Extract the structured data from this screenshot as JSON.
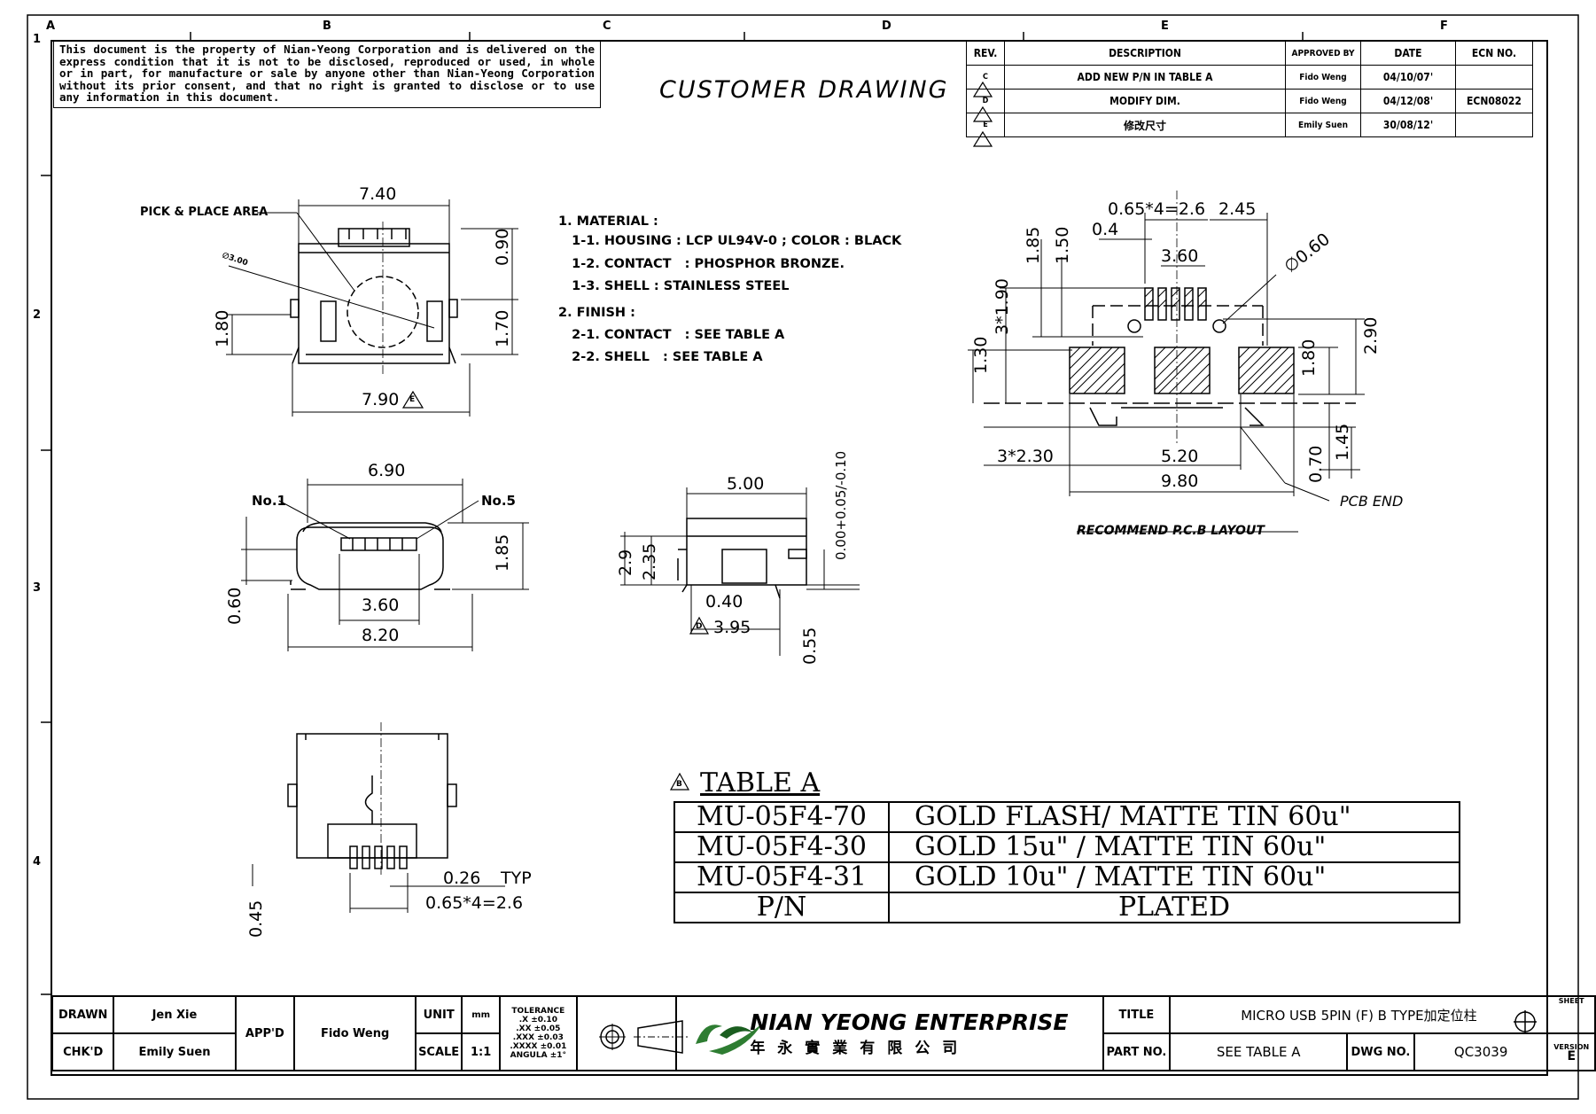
{
  "grid": {
    "letters": [
      "A",
      "B",
      "C",
      "D",
      "E",
      "F"
    ],
    "numbers": [
      "1",
      "2",
      "3",
      "4"
    ]
  },
  "notice": "This document is the property of Nian-Yeong Corporation and is delivered on the express condition that it is not to be disclosed, reproduced or used, in whole or in part, for manufacture or sale by anyone other than Nian-Yeong Corporation without its prior consent, and that no right is granted to disclose or to use any information in this document.",
  "drawing_title": "CUSTOMER DRAWING",
  "revision_table": {
    "headers": [
      "REV.",
      "DESCRIPTION",
      "APPROVED BY",
      "DATE",
      "ECN NO."
    ],
    "rows": [
      {
        "rev": "C",
        "description": "ADD NEW P/N IN TABLE A",
        "approved": "Fido Weng",
        "date": "04/10/07'",
        "ecn": ""
      },
      {
        "rev": "D",
        "description": "MODIFY DIM.",
        "approved": "Fido Weng",
        "date": "04/12/08'",
        "ecn": "ECN08022"
      },
      {
        "rev": "E",
        "description": "修改尺寸",
        "approved": "Emily Suen",
        "date": "30/08/12'",
        "ecn": ""
      }
    ]
  },
  "notes": [
    "1. MATERIAL :",
    "   1-1. HOUSING : LCP UL94V-0 ; COLOR : BLACK",
    "   1-2. CONTACT   : PHOSPHOR BRONZE.",
    "   1-3. SHELL : STAINLESS STEEL",
    "2. FINISH :",
    "   2-1. CONTACT   : SEE TABLE A",
    "   2-2. SHELL   : SEE TABLE A"
  ],
  "top_view": {
    "pick_place_label": "PICK & PLACE AREA",
    "dia_label": "∅3.00",
    "dim_width_top": "7.40",
    "dim_width_bottom": "7.90",
    "rev_mark": "E",
    "dim_090": "0.90",
    "dim_170": "1.70",
    "dim_180": "1.80"
  },
  "front_view": {
    "dim_690": "6.90",
    "no1": "No.1",
    "no5": "No.5",
    "dim_185": "1.85",
    "dim_060": "0.60",
    "dim_360": "3.60",
    "dim_820": "8.20"
  },
  "side_view": {
    "dim_500": "5.00",
    "dim_29": "2.9",
    "dim_235": "2.35",
    "dim_tol": "0.00+0.05/-0.10",
    "dim_040": "0.40",
    "dim_395": "3.95",
    "rev_mark": "D",
    "dim_055": "0.55"
  },
  "bottom_view": {
    "dim_026": "0.26",
    "typ": "TYP",
    "dim_pitch": "0.65*4=2.6",
    "dim_045": "0.45"
  },
  "pcb_layout": {
    "caption": "RECOMMEND P.C.B LAYOUT",
    "dim_pitch": "0.65*4=2.6",
    "dim_245": "2.45",
    "dim_04": "0.4",
    "dim_360": "3.60",
    "dim_dia": "∅0.60",
    "dim_185": "1.85",
    "dim_150": "1.50",
    "dim_3x190": "3*1.90",
    "dim_130": "1.30",
    "dim_180": "1.80",
    "dim_290": "2.90",
    "dim_3x230": "3*2.30",
    "dim_520": "5.20",
    "dim_980": "9.80",
    "dim_070": "0.70",
    "dim_145": "1.45",
    "pcb_end": "PCB END"
  },
  "table_a": {
    "title": "TABLE A",
    "rev_mark": "B",
    "rows": [
      {
        "pn": "MU-05F4-70",
        "plating": "GOLD FLASH/ MATTE TIN 60u\""
      },
      {
        "pn": "MU-05F4-30",
        "plating": "GOLD 15u\" / MATTE TIN 60u\""
      },
      {
        "pn": "MU-05F4-31",
        "plating": "GOLD 10u\" / MATTE TIN 60u\""
      }
    ],
    "footer": {
      "pn": "P/N",
      "plating": "PLATED"
    }
  },
  "title_block": {
    "drawn_label": "DRAWN",
    "drawn": "Jen Xie",
    "checked_label": "CHK'D",
    "checked": "Emily Suen",
    "approved_label": "APP'D",
    "approved": "Fido Weng",
    "unit_label": "UNIT",
    "unit": "mm",
    "scale_label": "SCALE",
    "scale": "1:1",
    "tolerance_title": "TOLERANCE",
    "tolerances": [
      ".X ±0.10",
      ".XX ±0.05",
      ".XXX ±0.03",
      ".XXXX ±0.01",
      "ANGULA ±1°"
    ],
    "company": "NIAN YEONG ENTERPRISE",
    "company_cn": "年永實業有限公司",
    "title_label": "TITLE",
    "title": "MICRO USB 5PIN (F) B TYPE加定位柱",
    "part_label": "PART NO.",
    "part": "SEE TABLE A",
    "dwg_label": "DWG NO.",
    "dwg": "QC3039",
    "sheet_label": "SHEET",
    "version_label": "VERSION",
    "version": "E"
  }
}
